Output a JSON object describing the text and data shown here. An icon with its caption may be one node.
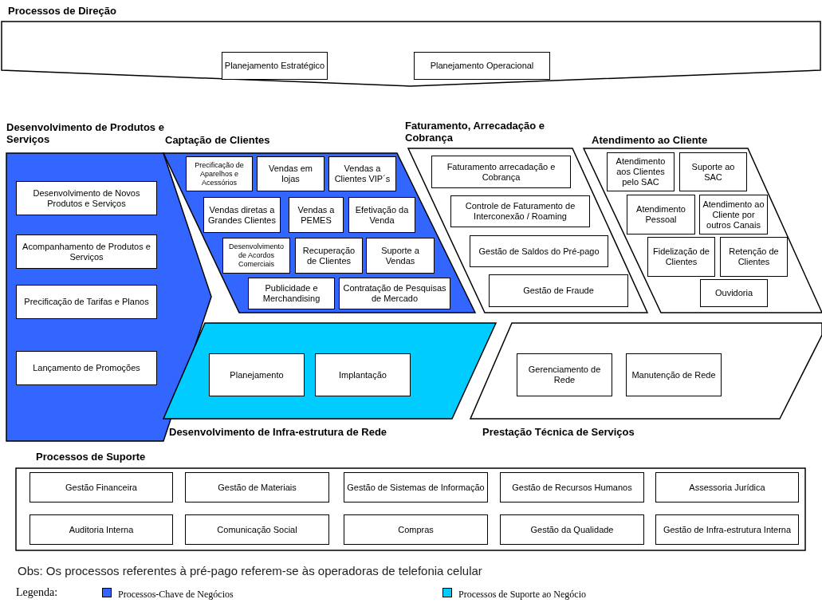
{
  "diagram": {
    "nodes": [
      {
        "text": [
          "Processos de Direção"
        ]
      },
      {
        "text": [
          "Planejamento Estratégico"
        ],
        "in": 0
      },
      {
        "text": [
          "Planejamento Operacional"
        ],
        "in": 0
      },
      {
        "text": [
          "Desenvolvimento de Produtos e Serviços"
        ]
      },
      {
        "text": [
          "Desenvolvimento de Novos Produtos e Serviços"
        ],
        "in": 3
      },
      {
        "text": [
          "Acompanhamento de Produtos e Serviços"
        ],
        "in": 3
      },
      {
        "text": [
          "Precificação de Tarifas e Planos"
        ],
        "in": 3
      },
      {
        "text": [
          "Lançamento de Promoções"
        ],
        "in": 3
      },
      {
        "text": [
          "Captação de Clientes"
        ]
      },
      {
        "text": [
          "Precificação de Aparelhos e Acessórios"
        ],
        "in": 8
      },
      {
        "text": [
          "Vendas em lojas"
        ],
        "in": 8
      },
      {
        "text": [
          "Vendas a Clientes VIP´s"
        ],
        "in": 8
      },
      {
        "text": [
          "Vendas diretas a Grandes Clientes"
        ],
        "in": 8
      },
      {
        "text": [
          "Vendas a PEMES"
        ],
        "in": 8
      },
      {
        "text": [
          "Efetivação da Venda"
        ],
        "in": 8
      },
      {
        "text": [
          "Desenvolvimento de Acordos Comerciais"
        ],
        "in": 8
      },
      {
        "text": [
          "Recuperação de Clientes"
        ],
        "in": 8
      },
      {
        "text": [
          "Suporte a Vendas"
        ],
        "in": 8
      },
      {
        "text": [
          "Publicidade e Merchandising"
        ],
        "in": 8
      },
      {
        "text": [
          "Contratação de Pesquisas de Mercado"
        ],
        "in": 8
      },
      {
        "text": [
          "Faturamento, Arrecadação e Cobrança"
        ]
      },
      {
        "text": [
          "Faturamento arrecadação e Cobrança"
        ],
        "in": 20
      },
      {
        "text": [
          "Controle de Faturamento de Interconexão / Roaming"
        ],
        "in": 20
      },
      {
        "text": [
          "Gestão de Saldos do Pré-pago"
        ],
        "in": 20
      },
      {
        "text": [
          "Gestão de Fraude"
        ],
        "in": 20
      },
      {
        "text": [
          "Atendimento ao Cliente"
        ]
      },
      {
        "text": [
          "Atendimento aos Clientes pelo SAC"
        ],
        "in": 25
      },
      {
        "text": [
          "Suporte ao SAC"
        ],
        "in": 25
      },
      {
        "text": [
          "Atendimento Pessoal"
        ],
        "in": 25
      },
      {
        "text": [
          "Atendimento ao Cliente por outros Canais"
        ],
        "in": 25
      },
      {
        "text": [
          "Fidelização de Clientes"
        ],
        "in": 25
      },
      {
        "text": [
          "Retenção de Clientes"
        ],
        "in": 25
      },
      {
        "text": [
          "Ouvidoria"
        ],
        "in": 25
      },
      {
        "text": [
          "Desenvolvimento de Infra-estrutura de Rede"
        ]
      },
      {
        "text": [
          "Planejamento"
        ],
        "in": 33
      },
      {
        "text": [
          "Implantação"
        ],
        "in": 33
      },
      {
        "text": [
          "Prestação Técnica de Serviços"
        ]
      },
      {
        "text": [
          "Gerenciamento de Rede"
        ],
        "in": 36
      },
      {
        "text": [
          "Manutenção de Rede"
        ],
        "in": 36
      },
      {
        "text": [
          "Processos de Suporte"
        ]
      },
      {
        "text": [
          "Gestão Financeira"
        ],
        "in": 39
      },
      {
        "text": [
          "Gestão de Materiais"
        ],
        "in": 39
      },
      {
        "text": [
          "Gestão de Sistemas de Informação"
        ],
        "in": 39
      },
      {
        "text": [
          "Gestão de Recursos Humanos"
        ],
        "in": 39
      },
      {
        "text": [
          "Assessoria Jurídica"
        ],
        "in": 39
      },
      {
        "text": [
          "Auditoria Interna"
        ],
        "in": 39
      },
      {
        "text": [
          "Comunicação Social"
        ],
        "in": 39
      },
      {
        "text": [
          "Compras"
        ],
        "in": 39
      },
      {
        "text": [
          "Gestão da Qualidade"
        ],
        "in": 39
      },
      {
        "text": [
          "Gestão de Infra-estrutura Interna"
        ],
        "in": 39
      }
    ],
    "labels": [
      "Obs: Os processos referentes à pré-pago referem-se às operadoras de telefonia celular",
      "Legenda:"
    ],
    "legend": [
      {
        "text": "Processos-Chave de Negócios",
        "color": "#3366ff"
      },
      {
        "text": "Processos de Suporte ao Negócio",
        "color": "#00ccff"
      }
    ]
  }
}
